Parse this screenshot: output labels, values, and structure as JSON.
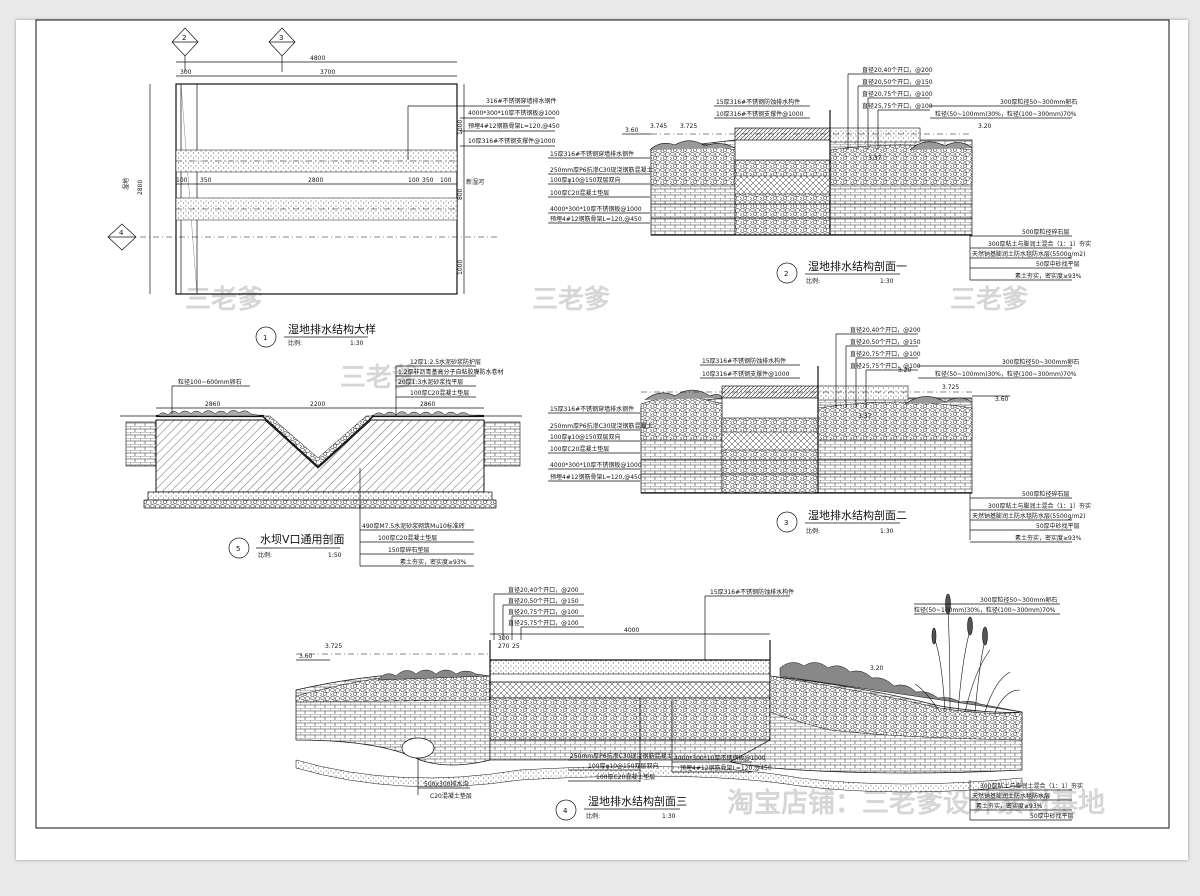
{
  "watermarks": {
    "w1": "三老爹",
    "w2": "三老爹",
    "w3": "三老爹",
    "w4": "三老爹",
    "shop": "淘宝店铺：三老爹设计素材基地"
  },
  "detail1": {
    "number": "1",
    "title": "湿地排水结构大样",
    "scale_label": "比例:",
    "scale": "1:30",
    "dims": {
      "total": "4800",
      "inner": "3700",
      "left": "300",
      "height": "2800",
      "b1": "100",
      "b2": "350",
      "b3": "2800",
      "b4": "100",
      "b5": "350",
      "b6": "100",
      "r1": "1000",
      "r2": "1000",
      "r3": "800"
    },
    "side_left": "湿地",
    "side_right": "新湿河",
    "notes": [
      "316#不锈钢穿墙排水钢件",
      "4000*300*10厚不锈钢板@1000",
      "预埋4#12钢筋骨架L=120,@450",
      "10厚316#不锈钢支撑件@1000"
    ],
    "callouts": [
      "2",
      "3",
      "4"
    ]
  },
  "section2": {
    "number": "2",
    "title": "湿地排水结构剖面一",
    "scale_label": "比例:",
    "scale": "1:30",
    "pipes": [
      "直径20,40个开口，@200",
      "直径20,50个开口，@150",
      "直径20,75个开口，@100",
      "直径25,75个开口，@100"
    ],
    "left_notes": [
      "15厚316#不锈钢防蚀排水构件",
      "10厚316#不锈钢支撑件@1000",
      "15厚316#不锈钢穿墙排水钢件",
      "250mm厚P6抗渗C30现浇钢筋混凝土",
      "100厚φ10@150双层双向",
      "100厚C20混凝土垫层",
      "4000*300*10厚不锈钢板@1000",
      "预埋4#12钢筋骨架L=120,@450"
    ],
    "right_notes": [
      "300厚粒径50~300mm卵石",
      "粒径(50~100mm)30%，粒径(100~300mm)70%"
    ],
    "layers": [
      "500厚粒径碎石层",
      "300厚粘土与膨润土混合（1：1）夯实",
      "天然钠基膨润土防水毯防水层(5500g/m2)",
      "50厚中砂找平层",
      "素土夯实，密实度≥93%"
    ],
    "elev": [
      "3.60",
      "3.745",
      "3.725",
      "3.20",
      "3.37"
    ]
  },
  "section3": {
    "number": "3",
    "title": "湿地排水结构剖面二",
    "scale_label": "比例:",
    "scale": "1:30",
    "pipes": [
      "直径20,40个开口，@200",
      "直径20,50个开口，@150",
      "直径20,75个开口，@100",
      "直径25,75个开口，@100"
    ],
    "left_notes": [
      "15厚316#不锈钢防蚀排水构件",
      "10厚316#不锈钢支撑件@1000",
      "15厚316#不锈钢穿墙排水钢件",
      "250mm厚P6抗渗C30现浇钢筋混凝土",
      "100厚φ10@150双层双向",
      "100厚C20混凝土垫层",
      "4000*300*10厚不锈钢板@1000",
      "预埋4#12钢筋骨架L=120,@450"
    ],
    "right_notes": [
      "300厚粒径50~300mm卵石",
      "粒径(50~100mm)30%，粒径(100~300mm)70%"
    ],
    "layers": [
      "500厚粒径碎石层",
      "300厚粘土与膨润土混合（1：1）夯实",
      "天然钠基膨润土防水毯防水层(5500g/m2)",
      "50厚中砂找平层",
      "素土夯实，密实度≥93%"
    ],
    "elev": [
      "3.60",
      "3.725",
      "3.20",
      "3.37"
    ]
  },
  "section5": {
    "number": "5",
    "title": "水坝V口通用剖面",
    "scale_label": "比例:",
    "scale": "1:50",
    "top_note": "粒径100~600mm卵石",
    "top_right_notes": [
      "12厚1:2.5水泥砂浆防护层",
      "1.2厚非沥青基高分子自粘胶膜防水卷材",
      "20厚1:3水泥砂浆找平层",
      "100厚C20混凝土垫层"
    ],
    "dims": [
      "2860",
      "2200",
      "2860"
    ],
    "bottom_notes": [
      "490厚M7.5水泥砂浆砌筑Mu10标准砖",
      "100厚C20混凝土垫层",
      "150厚碎石垫层",
      "素土夯实，密实度≥93%"
    ]
  },
  "section4": {
    "number": "4",
    "title": "湿地排水结构剖面三",
    "scale_label": "比例:",
    "scale": "1:30",
    "pipes": [
      "直径20,40个开口，@200",
      "直径20,50个开口，@150",
      "直径20,75个开口，@100",
      "直径25,75个开口，@100"
    ],
    "top_note": "15厚316#不锈钢防蚀排水构件",
    "dims": {
      "d1": "300",
      "d2": "270",
      "d3": "25",
      "span": "4000"
    },
    "elev": [
      "3.60",
      "3.725",
      "3.20"
    ],
    "plant_notes": [
      "300厚粒径50~300mm卵石",
      "粒径(50~100mm)30%，粒径(100~300mm)70%"
    ],
    "bottom_notes": [
      "250mm厚P6抗渗C30现浇钢筋混凝土",
      "100厚φ10@150双层双向",
      "100厚C20混凝土垫层"
    ],
    "bottom_notes_right": [
      "4000*300*10厚不锈钢板@1000",
      "预埋4#12钢筋骨架L=120,@450"
    ],
    "drain_note": "500x300排水沟",
    "drain_note2": "C20混凝土垫层",
    "layers": [
      "300厚粘土与膨润土混合（1：1）夯实",
      "天然钠基膨润土防水毯防水层",
      "素土夯实，密实度≥93%",
      "50厚中砂找平层"
    ]
  }
}
